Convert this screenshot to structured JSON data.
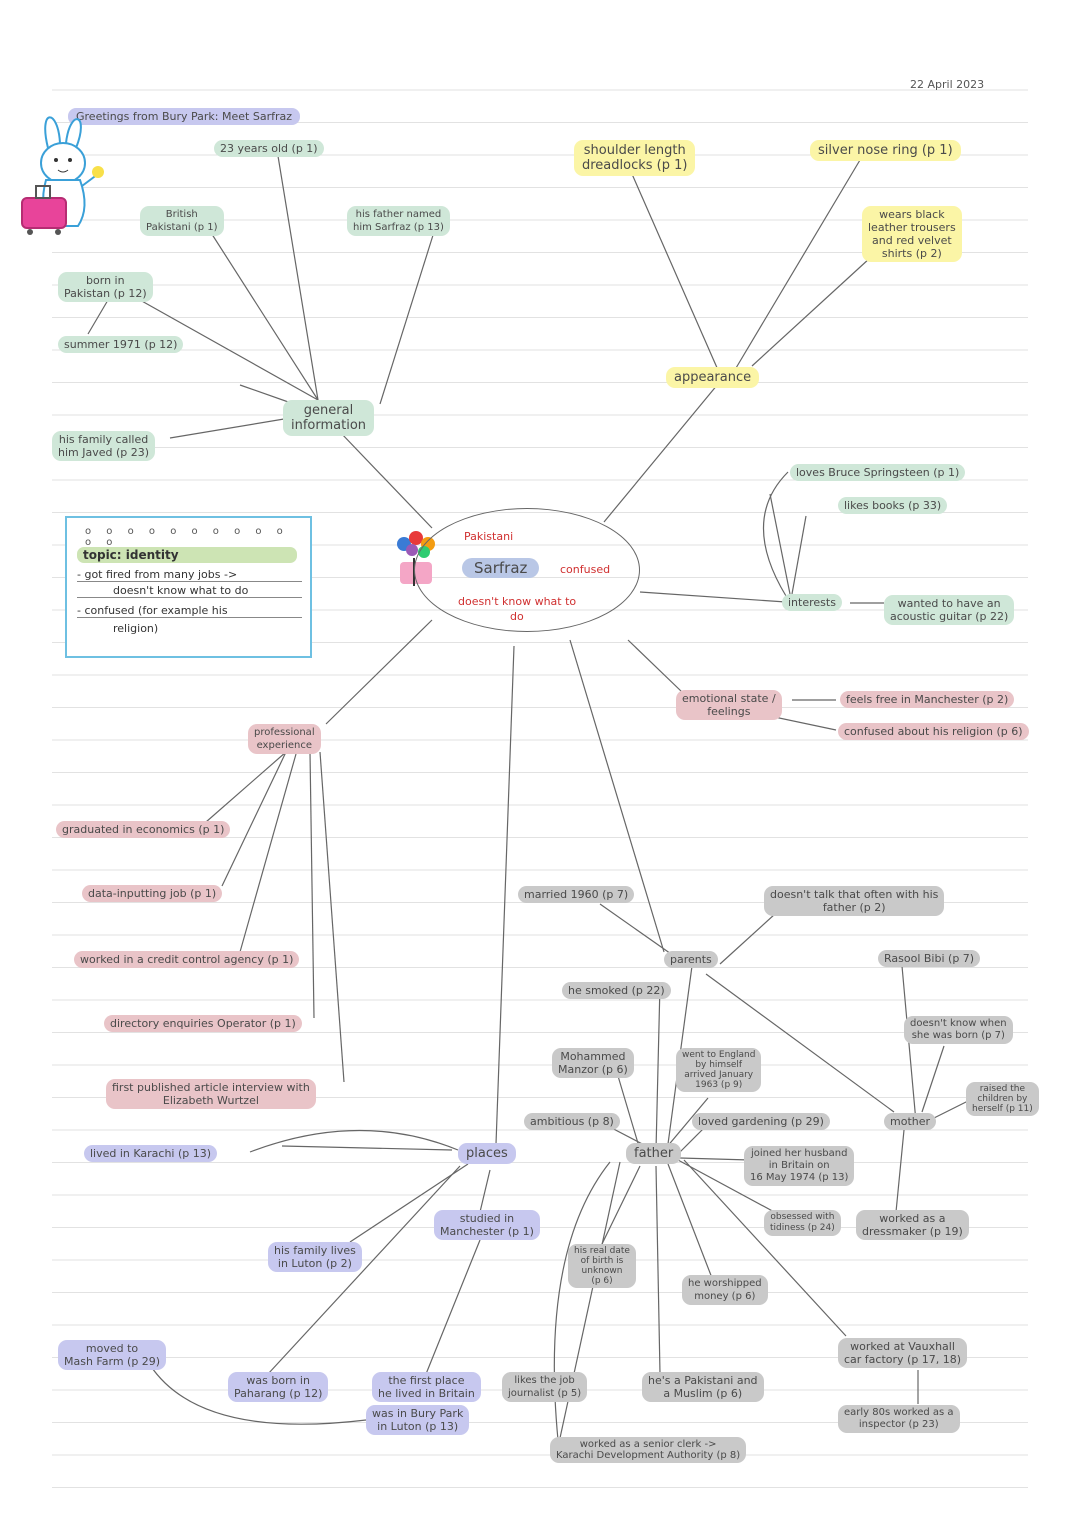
{
  "header": {
    "date": "22 April 2023",
    "title": "Greetings from Bury Park: Meet Sarfraz"
  },
  "center": {
    "name": "Sarfraz",
    "top": "Pakistani",
    "right": "confused",
    "bottom_line1": "doesn't know what to",
    "bottom_line2": "do"
  },
  "note": {
    "dots": "o o o o o o o o o o o o",
    "topic": "topic: identity",
    "l1": "- got fired from many jobs ->",
    "l2": "doesn't know what to do",
    "l3": "- confused (for example his",
    "l4": "religion)"
  },
  "nodes": {
    "general": [
      "general",
      "information"
    ],
    "age": [
      "23 years old (p 1)"
    ],
    "british": [
      "British",
      "Pakistani (p 1)"
    ],
    "father_named": [
      "his father named",
      "him Sarfraz (p 13)"
    ],
    "born_in": [
      "born in",
      "Pakistan (p 12)"
    ],
    "summer": [
      "summer 1971 (p 12)"
    ],
    "family_called": [
      "his family called",
      "him Javed (p 23)"
    ],
    "appearance": [
      "appearance"
    ],
    "dreadlocks": [
      "shoulder length",
      "dreadlocks (p 1)"
    ],
    "nose_ring": [
      "silver nose ring (p 1)"
    ],
    "trousers": [
      "wears black",
      "leather trousers",
      "and red velvet",
      "shirts (p 2)"
    ],
    "interests": [
      "interests"
    ],
    "springsteen": [
      "loves Bruce Springsteen (p 1)"
    ],
    "books": [
      "likes books (p 33)"
    ],
    "guitar": [
      "wanted to have an",
      "acoustic guitar (p 22)"
    ],
    "emotional": [
      "emotional state /",
      "feelings"
    ],
    "free": [
      "feels free in Manchester (p 2)"
    ],
    "religion": [
      "confused about his religion (p 6)"
    ],
    "professional": [
      "professional",
      "experience"
    ],
    "graduated": [
      "graduated in economics (p 1)"
    ],
    "data_job": [
      "data-inputting job (p 1)"
    ],
    "credit": [
      "worked in a credit control agency (p 1)"
    ],
    "directory": [
      "directory enquiries Operator (p 1)"
    ],
    "article": [
      "first published article interview with",
      "Elizabeth Wurtzel"
    ],
    "places": [
      "places"
    ],
    "karachi": [
      "lived in Karachi (p 13)"
    ],
    "luton_family": [
      "his family lives",
      "in Luton (p 2)"
    ],
    "manchester": [
      "studied in",
      "Manchester (p 1)"
    ],
    "mash_farm": [
      "moved to",
      "Mash Farm (p 29)"
    ],
    "paharang": [
      "was born in",
      "Paharang (p 12)"
    ],
    "first_place": [
      "the first place",
      "he lived in Britain"
    ],
    "bury_park": [
      "was in Bury Park",
      "in Luton (p 13)"
    ],
    "parents": [
      "parents"
    ],
    "married": [
      "married 1960 (p 7)"
    ],
    "doesnt_talk": [
      "doesn't talk that often with his",
      "father (p 2)"
    ],
    "smoked": [
      "he smoked (p 22)"
    ],
    "mohammed": [
      "Mohammed",
      "Manzor (p 6)"
    ],
    "ambitious": [
      "ambitious (p 8)"
    ],
    "father": [
      "father"
    ],
    "went_england": [
      "went to England",
      "by himself",
      "arrived January",
      "1963 (p 9)"
    ],
    "gardening": [
      "loved gardening (p 29)"
    ],
    "joined": [
      "joined her husband",
      "in Britain on",
      "16 May 1974 (p 13)"
    ],
    "birth_date": [
      "his real date",
      "of birth is",
      "unknown",
      "(p 6)"
    ],
    "obsessed": [
      "obsessed with",
      "tidiness (p 24)"
    ],
    "money": [
      "he worshipped",
      "money (p 6)"
    ],
    "likes_journalist": [
      "likes the job",
      "journalist (p 5)"
    ],
    "muslim": [
      "he's a Pakistani and",
      "a Muslim (p 6)"
    ],
    "senior_clerk": [
      "worked as a senior clerk ->",
      "Karachi Development Authority (p 8)"
    ],
    "rasool": [
      "Rasool Bibi (p 7)"
    ],
    "doesnt_know_born": [
      "doesn't know when",
      "she was born (p 7)"
    ],
    "raised": [
      "raised the",
      "children by",
      "herself (p 11)"
    ],
    "mother": [
      "mother"
    ],
    "dressmaker": [
      "worked as a",
      "dressmaker (p 19)"
    ],
    "vauxhall": [
      "worked at Vauxhall",
      "car factory (p 17, 18)"
    ],
    "inspector": [
      "early 80s worked as a",
      "inspector (p 23)"
    ]
  },
  "colors": {
    "general": "#cfe7d8",
    "appearance": "#fbf5a6",
    "professional": "#e9c4c8",
    "places": "#c7c8ef",
    "parents": "#c9c9c9",
    "center_text": "#d03030",
    "note_border": "#6ec0e2",
    "note_topic": "#cde4b4"
  },
  "icons": [
    "bunny-with-suitcase-icon",
    "flower-bouquet-icon"
  ]
}
